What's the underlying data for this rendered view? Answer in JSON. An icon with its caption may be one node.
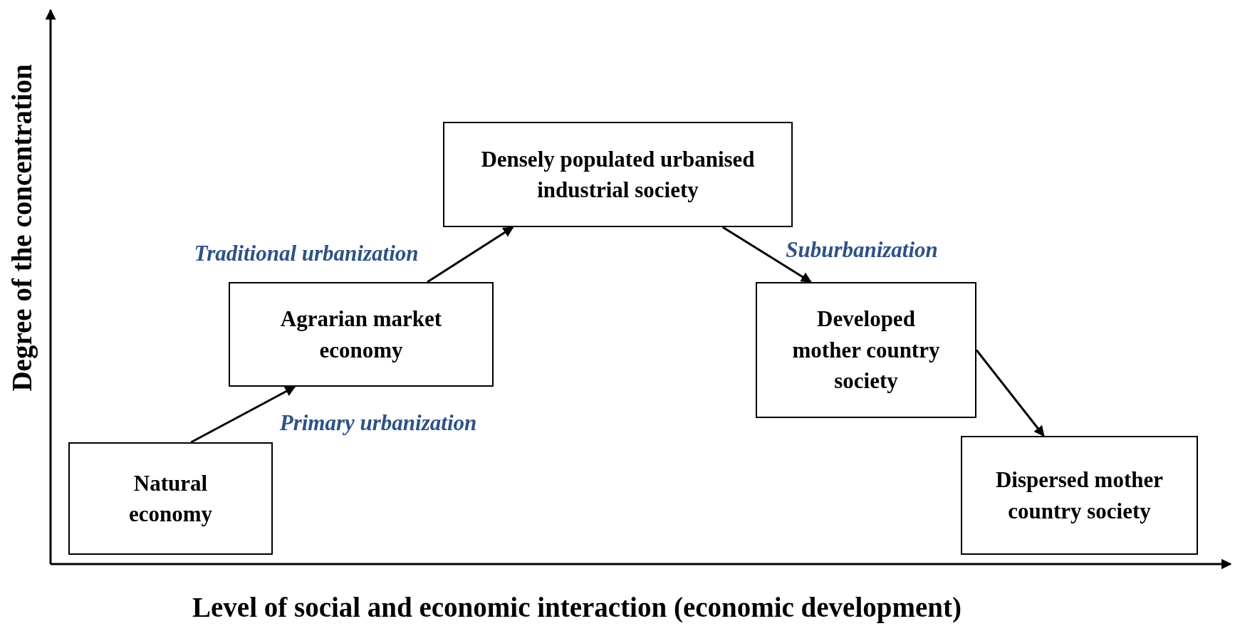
{
  "diagram": {
    "nodes": [
      {
        "text": [
          "Natural economy"
        ]
      },
      {
        "text": [
          "Agrarian market economy"
        ]
      },
      {
        "text": [
          "Densely populated urbanised industrial society"
        ]
      },
      {
        "text": [
          "Developed mother country society"
        ]
      },
      {
        "text": [
          "Dispersed mother country society"
        ]
      }
    ],
    "edges": [
      {
        "from": 0,
        "to": 1,
        "arrow": "to",
        "label": "Primary urbanization"
      },
      {
        "from": 1,
        "to": 2,
        "arrow": "to",
        "label": "Traditional urbanization"
      },
      {
        "from": 2,
        "to": 3,
        "arrow": "to",
        "label": "Suburbanization"
      },
      {
        "from": 3,
        "to": 4,
        "arrow": "to"
      }
    ],
    "labels": [
      "Degree of the concentration",
      "Level of social and economic interaction (economic development)"
    ]
  }
}
